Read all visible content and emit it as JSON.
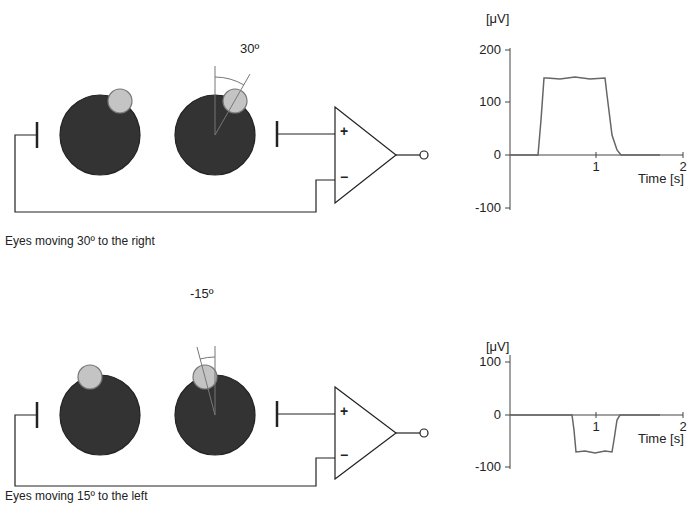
{
  "diagram": {
    "labels": [
      "30º",
      "+",
      "−",
      "Eyes moving 30º to the right",
      "[μV]",
      "200",
      "100",
      "0",
      "-100",
      "1",
      "2",
      "Time [s]",
      "-15º",
      "+",
      "−",
      "Eyes moving 15º to the left",
      "[μV]",
      "100",
      "0",
      "-100",
      "1",
      "2",
      "Time [s]"
    ]
  }
}
